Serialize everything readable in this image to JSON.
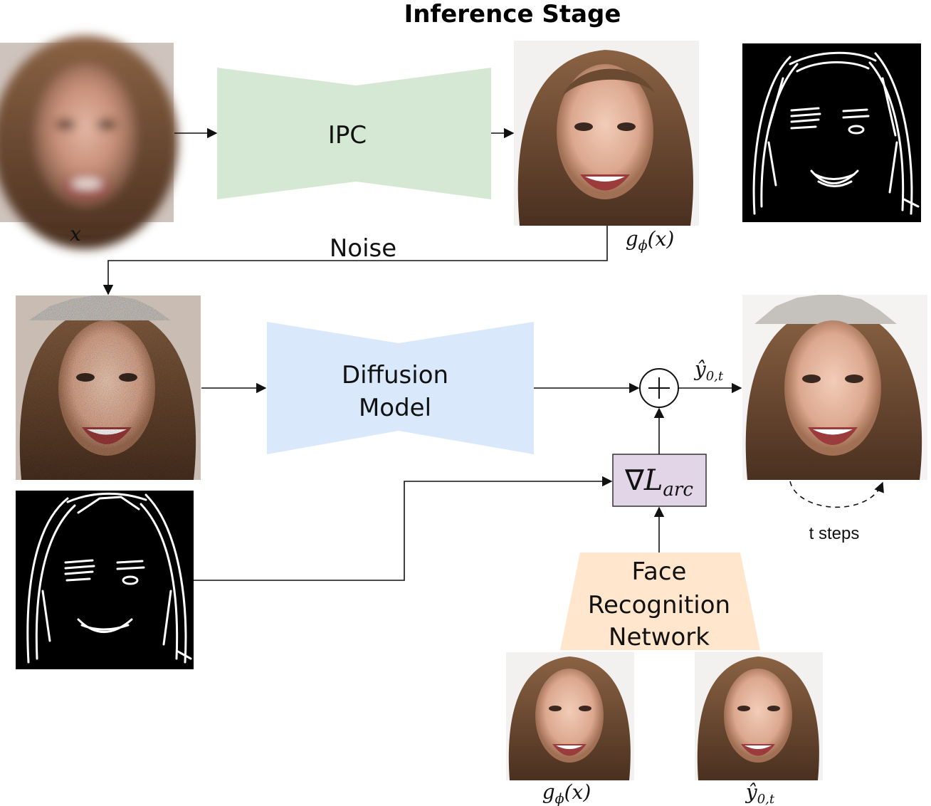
{
  "title": "Inference Stage",
  "blocks": {
    "ipc": "IPC",
    "diffusion": [
      "Diffusion",
      "Model"
    ],
    "face_recognition": [
      "Face",
      "Recognition",
      "Network"
    ],
    "arc_loss": {
      "nabla": "∇",
      "L": "L",
      "sub": "arc"
    }
  },
  "labels": {
    "input": "x",
    "ipc_output": {
      "g": "g",
      "sub": "ϕ",
      "arg": "(x)"
    },
    "noise": "Noise",
    "estimate": {
      "y": "ŷ",
      "sub": "0,t"
    },
    "t_steps": "t steps",
    "fr_input_1": {
      "g": "g",
      "sub": "ϕ",
      "arg": "(x)"
    },
    "fr_input_2": {
      "y": "ŷ",
      "sub": "0,t"
    }
  },
  "colors": {
    "ipc_fill": "#d5e8d4",
    "diffusion_fill": "#dae8fc",
    "face_fill": "#ffe6cc",
    "arc_fill": "#e1d5e7",
    "arrow": "#111111"
  },
  "images": [
    "blurred-face",
    "restored-face",
    "edge-mask",
    "noisy-face",
    "edge-mask-noisy",
    "final-face",
    "fr-input-face-1",
    "fr-input-face-2"
  ]
}
